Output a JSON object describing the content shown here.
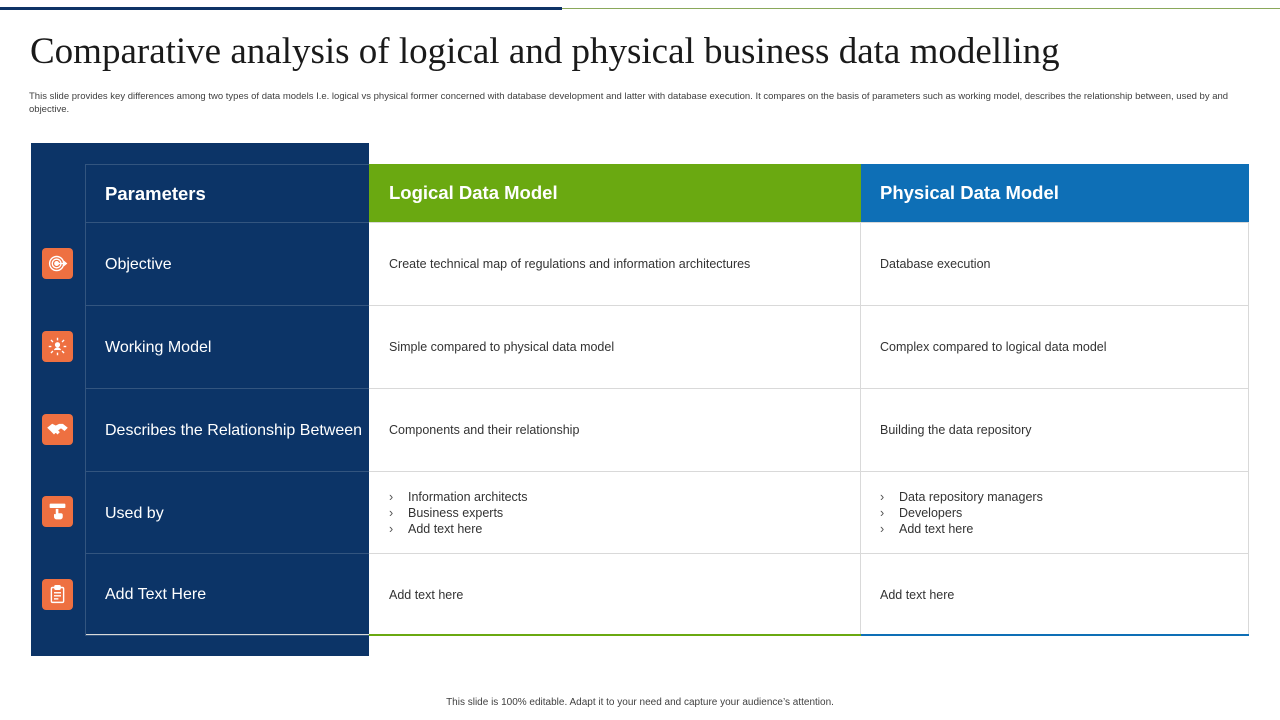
{
  "slide": {
    "title": "Comparative analysis of logical and physical business data modelling",
    "subtitle": "This slide provides key differences among two types of data models I.e.  logical vs physical former concerned with database development and latter with database execution. It compares on the basis of parameters such as working model, describes the relationship between, used by and objective.",
    "footer": "This slide is 100% editable.  Adapt it to your need and capture your audience’s attention."
  },
  "table": {
    "headers": {
      "parameters": "Parameters",
      "logical": "Logical Data Model",
      "physical": "Physical Data Model"
    },
    "rows": [
      {
        "icon": "target-icon",
        "parameter": "Objective",
        "logical": "Create technical map of regulations and information architectures",
        "physical": "Database execution"
      },
      {
        "icon": "network-person-icon",
        "parameter": "Working Model",
        "logical": "Simple compared to physical data model",
        "physical": "Complex compared to logical data model"
      },
      {
        "icon": "handshake-icon",
        "parameter": "Describes the Relationship Between",
        "logical": "Components and their relationship",
        "physical": "Building the data repository"
      },
      {
        "icon": "hand-pointer-icon",
        "parameter": "Used by",
        "logical_bullets": [
          "Information  architects",
          "Business experts",
          "Add text here"
        ],
        "physical_bullets": [
          "Data repository managers",
          "Developers",
          "Add text here"
        ]
      },
      {
        "icon": "clipboard-icon",
        "parameter": "Add Text Here",
        "logical": "Add text here",
        "physical": "Add text here"
      }
    ],
    "bullet_marker": "›"
  },
  "colors": {
    "navy": "#0c3467",
    "green": "#6aa911",
    "blue": "#0e6fb6",
    "icon_orange": "#ee7041"
  }
}
